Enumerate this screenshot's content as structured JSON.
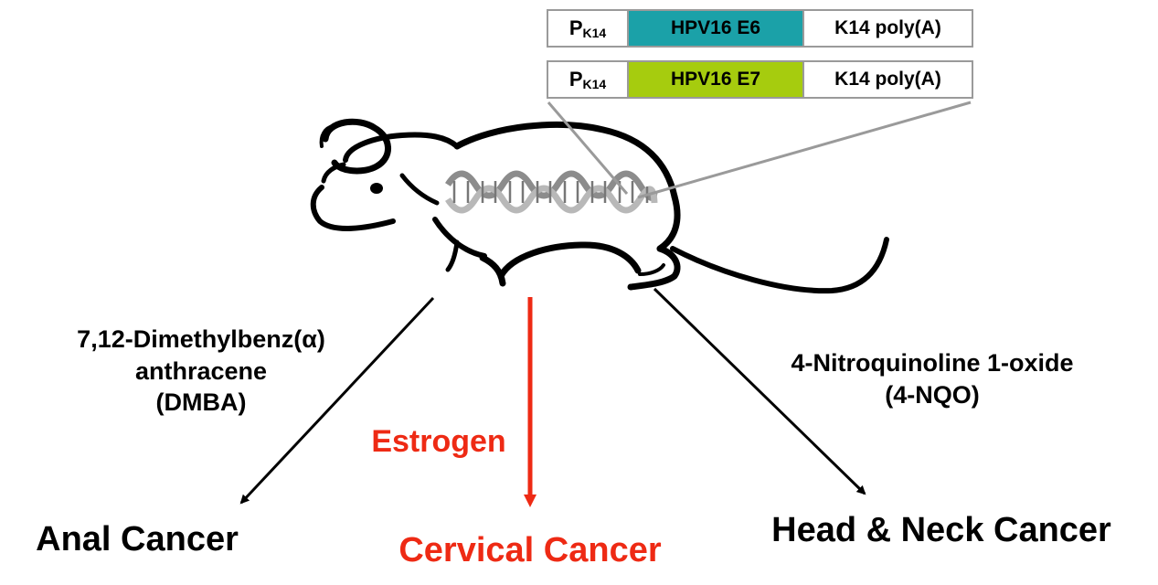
{
  "constructs": [
    {
      "promoter": "P",
      "promoter_sub": "K14",
      "gene": "HPV16 E6",
      "polya": "K14 poly(A)",
      "color": "#1ba1a8"
    },
    {
      "promoter": "P",
      "promoter_sub": "K14",
      "gene": "HPV16 E7",
      "polya": "K14 poly(A)",
      "color": "#a6cc0e"
    }
  ],
  "labels": {
    "dmba_line1": "7,12-Dimethylbenz(α)",
    "dmba_line2": "anthracene",
    "dmba_line3": "(DMBA)",
    "estrogen": "Estrogen",
    "nqo_line1": "4-Nitroquinoline 1-oxide",
    "nqo_line2": "(4-NQO)",
    "outcome_anal": "Anal Cancer",
    "outcome_cervical": "Cervical Cancer",
    "outcome_headneck": "Head & Neck Cancer"
  },
  "colors": {
    "red": "#ee2a14",
    "black": "#000000",
    "connector": "#9a9a9a",
    "dna": "#8c8c8c"
  },
  "icons": [
    "mouse-illustration",
    "dna-helix-icon"
  ]
}
